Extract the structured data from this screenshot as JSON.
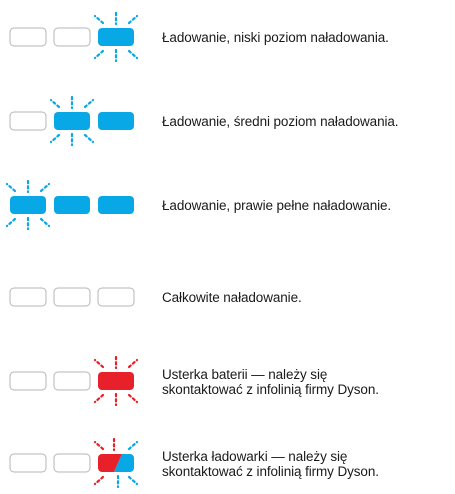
{
  "colors": {
    "empty_fill": "#ffffff",
    "empty_stroke": "#b5b5b5",
    "charging_blue": "#08a7e5",
    "fault_red": "#e8202a"
  },
  "states": [
    {
      "key": "low",
      "description": "Ładowanie, niski poziom naładowania.",
      "segments": [
        "empty",
        "empty",
        "blue"
      ],
      "flashing_segment": 3,
      "flash_color": "charging_blue"
    },
    {
      "key": "medium",
      "description": "Ładowanie, średni poziom naładowania.",
      "segments": [
        "empty",
        "blue",
        "blue"
      ],
      "flashing_segment": 2,
      "flash_color": "charging_blue"
    },
    {
      "key": "almost-full",
      "description": "Ładowanie, prawie pełne naładowanie.",
      "segments": [
        "blue",
        "blue",
        "blue"
      ],
      "flashing_segment": 1,
      "flash_color": "charging_blue"
    },
    {
      "key": "full",
      "description": "Całkowite naładowanie.",
      "segments": [
        "empty",
        "empty",
        "empty"
      ],
      "flashing_segment": null,
      "flash_color": null
    },
    {
      "key": "battery-fault",
      "description_lines": [
        "Usterka baterii — należy się",
        "skontaktować z infolinią firmy Dyson."
      ],
      "segments": [
        "empty",
        "empty",
        "red"
      ],
      "flashing_segment": 3,
      "flash_color": "fault_red"
    },
    {
      "key": "charger-fault",
      "description_lines": [
        "Usterka ładowarki — należy się",
        "skontaktować z infolinią firmy Dyson."
      ],
      "segments": [
        "empty",
        "empty",
        "red-blue"
      ],
      "flashing_segment": 3,
      "flash_color": "mixed"
    }
  ]
}
